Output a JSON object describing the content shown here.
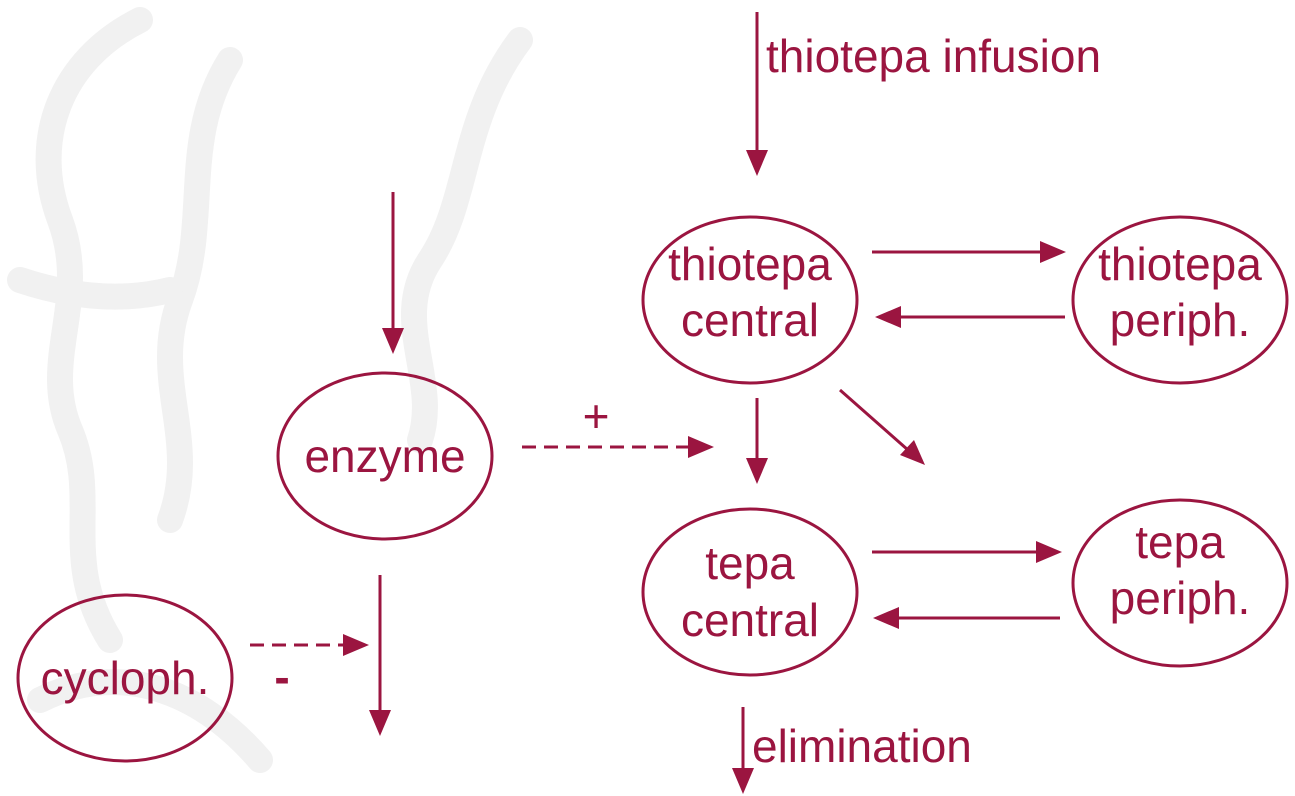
{
  "colors": {
    "accent": "#9b1540",
    "watermark": "#f1f1f1"
  },
  "nodes": {
    "thiotepa_central": {
      "line1": "thiotepa",
      "line2": "central"
    },
    "thiotepa_periph": {
      "line1": "thiotepa",
      "line2": "periph."
    },
    "tepa_central": {
      "line1": "tepa",
      "line2": "central"
    },
    "tepa_periph": {
      "line1": "tepa",
      "line2": "periph."
    },
    "enzyme": {
      "label": "enzyme"
    },
    "cycloph": {
      "label": "cycloph."
    }
  },
  "edge_labels": {
    "infusion": "thiotepa infusion",
    "elimination": "elimination",
    "induction": "+",
    "inhibition": "-"
  }
}
